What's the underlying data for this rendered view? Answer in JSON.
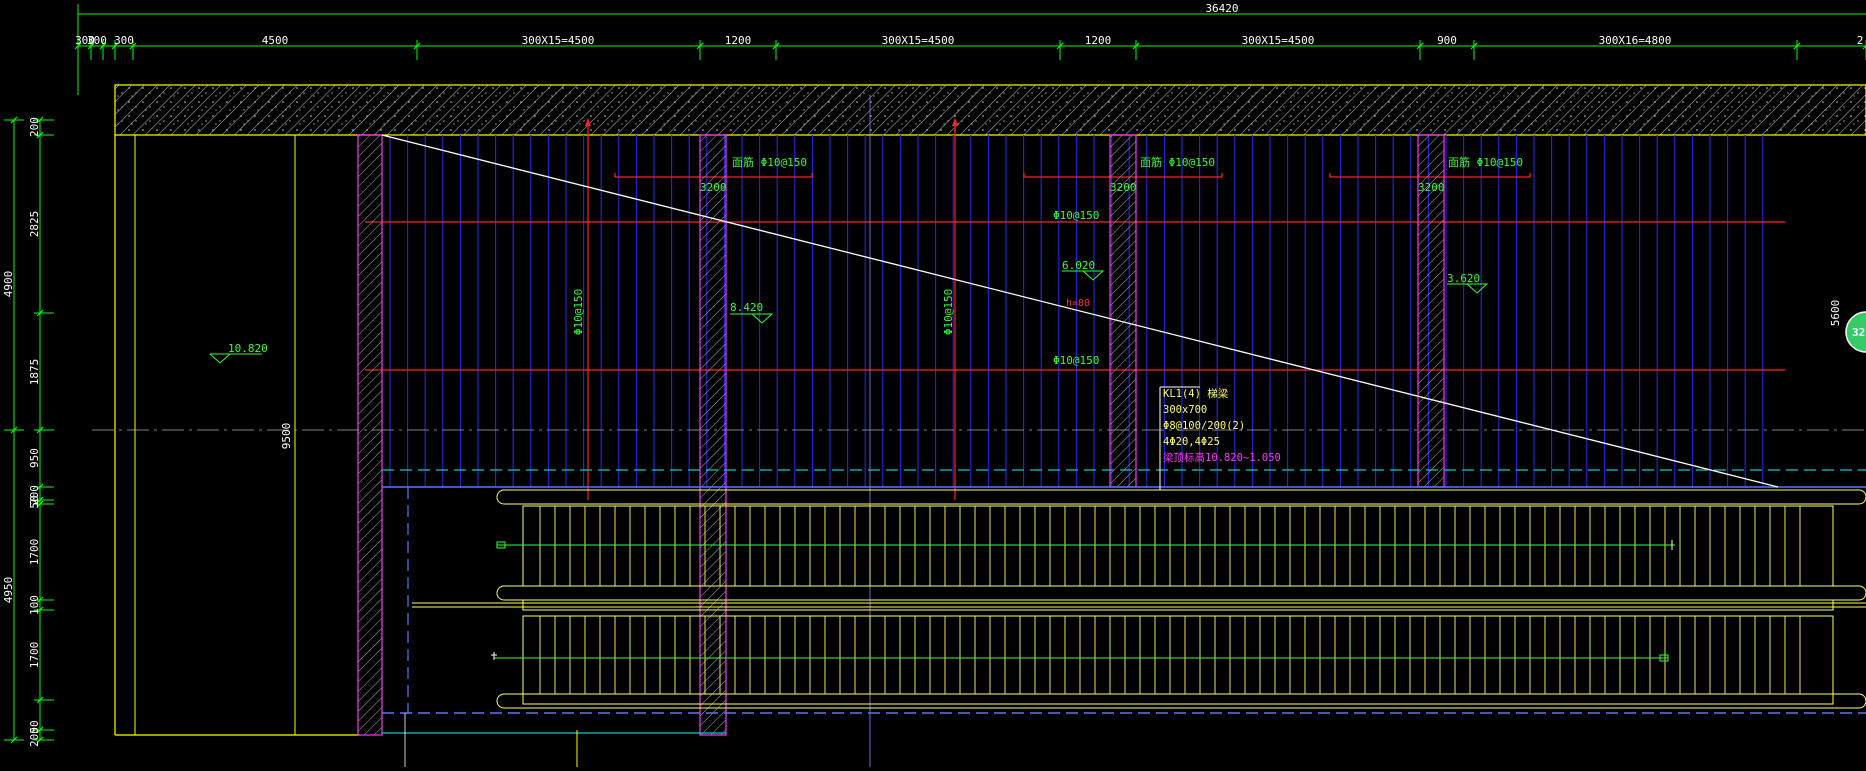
{
  "colors": {
    "background": "#000000",
    "dimension": "#00ff00",
    "slab": "#ffff00",
    "rebar_blue": "#2222dd",
    "rebar_red": "#ff2020",
    "column": "#ff33ff",
    "escalator": "#ffff66",
    "axis_cyan": "#00cccc",
    "bubble": "#33cc66"
  },
  "top_dimensions": {
    "overall": "36420",
    "segments": [
      "300",
      "300",
      "300",
      "4500",
      "300X15=4500",
      "1200",
      "300X15=4500",
      "1200",
      "300X15=4500",
      "900",
      "300X16=4800",
      "2"
    ]
  },
  "left_dimensions": {
    "outer": [
      "4900",
      "4950"
    ],
    "inner": [
      "200",
      "2825",
      "1875",
      "950",
      "200",
      "50",
      "1700",
      "100",
      "1700",
      "50",
      "200"
    ]
  },
  "right_dimension": "5600",
  "span_label": "9500",
  "axis_bubble": "32",
  "rebar_labels": {
    "top_annotations": [
      {
        "text": "面筋 Φ10@150",
        "dim": "3200"
      },
      {
        "text": "面筋 Φ10@150",
        "dim": "3200"
      },
      {
        "text": "面筋 Φ10@150",
        "dim": "3200"
      }
    ],
    "horizontal": [
      "Φ10@150",
      "Φ10@150"
    ],
    "vertical": [
      "Φ10@150",
      "Φ10@150"
    ]
  },
  "elevations": [
    "10.820",
    "8.420",
    "6.020",
    "3.620"
  ],
  "slope_label": "h=80",
  "beam_note": {
    "lines": [
      "KL1(4) 梯梁",
      "300x700",
      "Φ8@100/200(2)",
      "4Φ20,4Φ25"
    ],
    "highlight": "梁顶标高10.820~1.050"
  }
}
